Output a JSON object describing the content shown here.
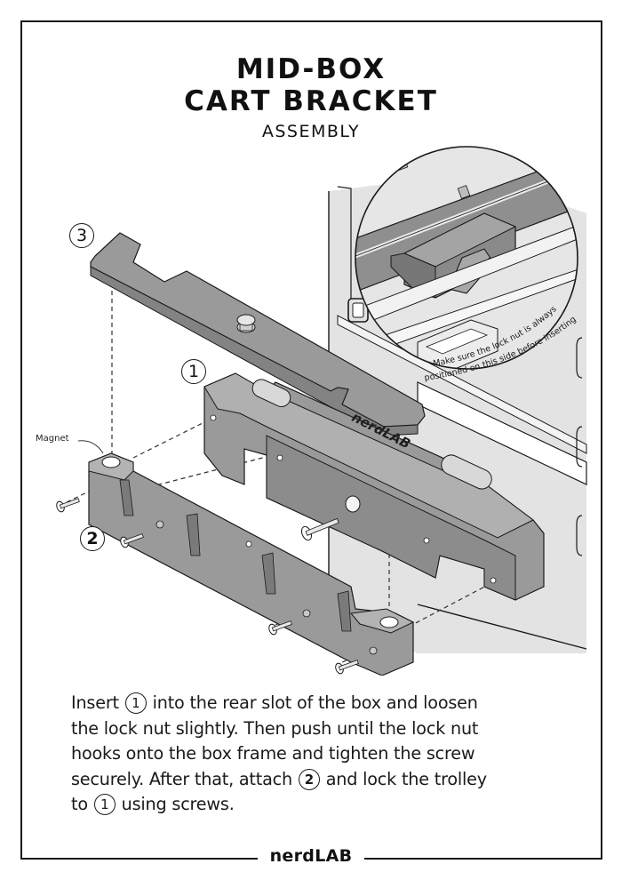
{
  "header": {
    "title_line1": "MID-BOX",
    "title_line2": "CART BRACKET",
    "subtitle": "ASSEMBLY"
  },
  "illustration": {
    "callouts": [
      "1",
      "2",
      "3"
    ],
    "magnet_label": "Magnet",
    "detail_note_line1": "Make sure the lock nut is always",
    "detail_note_line2": "positioned on this side before inserting",
    "part_engraving": "nerdLAB",
    "colors": {
      "part_face": "#9a9a9a",
      "part_top": "#b8b8b8",
      "part_dark": "#7d7d7d",
      "box_bg": "#e3e3e3",
      "outline": "#1a1a1a"
    }
  },
  "instructions": {
    "l1_a": "Insert ",
    "l1_c": "1",
    "l1_b": " into the rear slot of the box and loosen",
    "l2": "the lock nut slightly. Then push until the lock nut",
    "l3": "hooks onto the box frame and tighten the screw",
    "l4_a": "securely. After that, attach ",
    "l4_c": "2",
    "l4_b": " and lock the trolley",
    "l5_a": "to ",
    "l5_c": "1",
    "l5_b": "  using screws."
  },
  "footer": {
    "brand": "nerdLAB"
  }
}
